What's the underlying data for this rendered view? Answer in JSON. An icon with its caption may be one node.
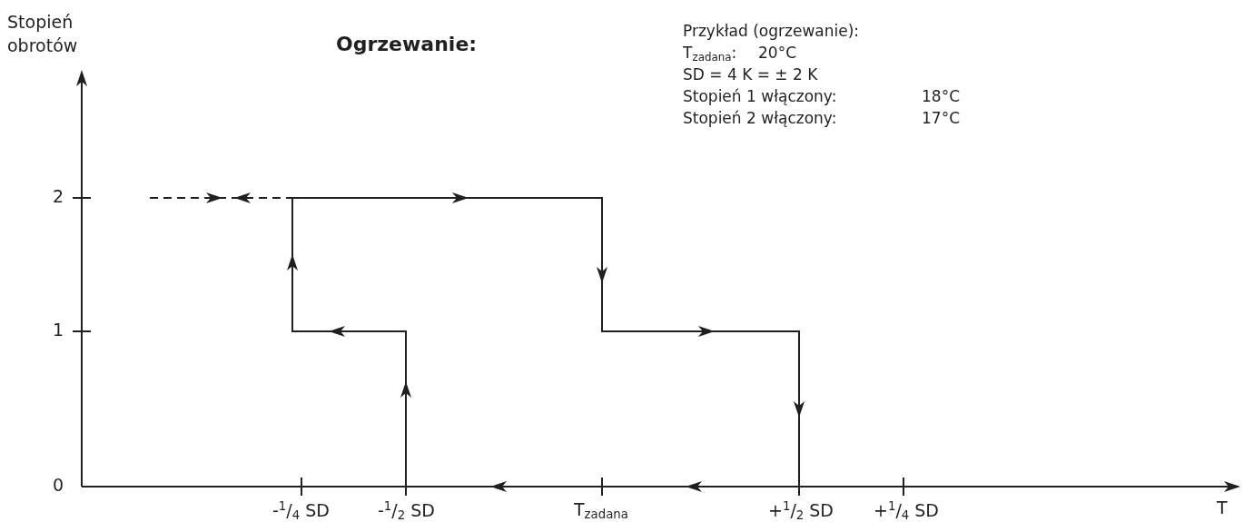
{
  "diagram": {
    "title": "Ogrzewanie:",
    "labels": [
      "Stopień obrotów",
      "Przykład (ogrzewanie):",
      "T$_{zadana}$:",
      "20°C",
      "SD = 4 K = ± 2 K",
      "Stopień 1 włączony:",
      "18°C",
      "Stopień 2 włączony:",
      "17°C",
      "2",
      "1",
      "0",
      "-$^{1}$/$_{4}$ SD",
      "-$^{1}$/$_{2}$ SD",
      "T$_{zadana}$",
      "+$^{1}$/$_{2}$ SD",
      "+$^{1}$/$_{4}$ SD",
      "T"
    ]
  }
}
